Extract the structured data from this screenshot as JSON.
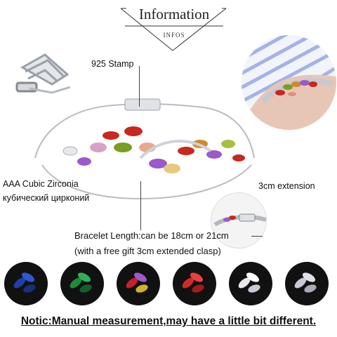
{
  "header": {
    "title": "Information",
    "subtitle": "INFOS"
  },
  "labels": {
    "stamp": "925 Stamp",
    "zirconia_en": "AAA Cubic Zirconia",
    "zirconia_ru": "кубический цирконий",
    "extension": "3cm extension",
    "length": "Bracelet Length:can be 18cm or 21cm",
    "gift": "(with a free gift 3cm extended clasp)"
  },
  "swatches": [
    {
      "color": "#1f3fa8"
    },
    {
      "color": "#1f8a3a"
    },
    {
      "color": "#c71f2b"
    },
    {
      "color": "#d02a2a"
    },
    {
      "color": "#e8e8ee"
    },
    {
      "color": "#c9c9d4"
    }
  ],
  "notice": "Notic:Manual measurement,may have a little bit different."
}
